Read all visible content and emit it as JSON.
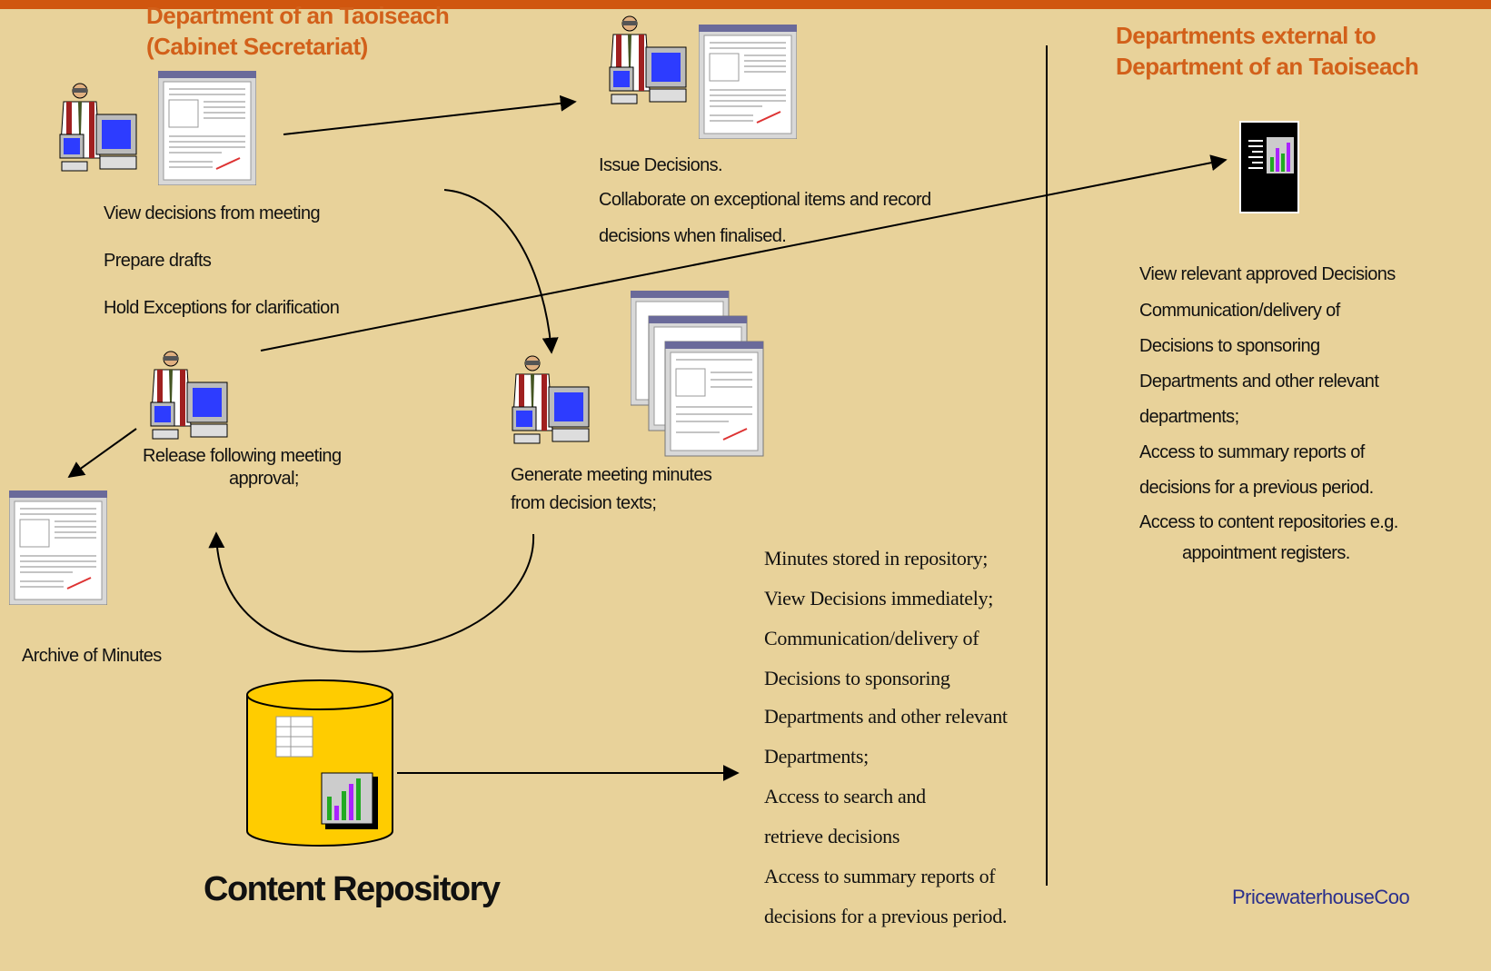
{
  "headers": {
    "dept_line1": "Department of an Taoiseach",
    "dept_line2": "(Cabinet Secretariat)",
    "external_line1": "Departments external to",
    "external_line2": "Department of an Taoiseach"
  },
  "left_actions": [
    "View decisions from meeting",
    "Prepare drafts",
    "Hold Exceptions for clarification"
  ],
  "issue_actions": [
    "Issue Decisions.",
    "Collaborate on exceptional items and record",
    "decisions when finalised."
  ],
  "release_label": [
    "Release following meeting",
    "approval;"
  ],
  "generate_label": [
    "Generate meeting minutes",
    "from decision texts;"
  ],
  "archive_label": "Archive of Minutes",
  "repository_title": "Content Repository",
  "repository_actions": [
    "Minutes stored in repository;",
    "View Decisions immediately;",
    "Communication/delivery  of",
    "Decisions to sponsoring",
    "Departments and other relevant",
    "Departments;",
    "Access to search and",
    "retrieve decisions",
    "Access to summary reports of",
    "decisions for a previous period."
  ],
  "external_actions": [
    "View relevant approved Decisions",
    "Communication/delivery  of",
    "Decisions to sponsoring",
    "Departments and other relevant",
    "departments;",
    "Access to summary reports of",
    "decisions for a previous period.",
    "Access to content repositories e.g.",
    "appointment registers."
  ],
  "footer_brand": "PricewaterhouseCoo",
  "colors": {
    "background": "#e8d29a",
    "accent": "#d0560f",
    "heading": "#d2601a",
    "brand": "#2a2f8c",
    "cylinder": "#ffcc00"
  }
}
